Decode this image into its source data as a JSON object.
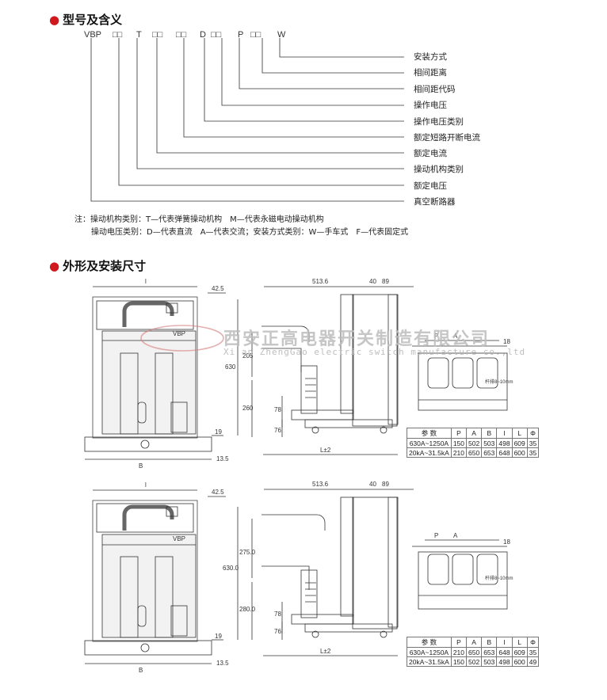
{
  "section1": {
    "title": "型号及含义"
  },
  "model_code": {
    "parts": [
      "VBP",
      "□□",
      "T",
      "□□",
      "□□",
      "D",
      "□□",
      "P",
      "□□",
      "W"
    ]
  },
  "meanings": [
    "安装方式",
    "相间距离",
    "相间距代码",
    "操作电压",
    "操作电压类别",
    "额定短路开断电流",
    "额定电流",
    "操动机构类别",
    "额定电压",
    "真空断路器"
  ],
  "note": {
    "line1": "注：操动机构类别：T—代表弹簧操动机构　M—代表永磁电动操动机构",
    "line2": "操动电压类别：D—代表直流　A—代表交流；安装方式类别：W—手车式　F—代表固定式"
  },
  "section2": {
    "title": "外形及安装尺寸"
  },
  "watermark": {
    "cn": "西安正高电器开关制造有限公司",
    "en": "Xi'an ZhengGao electric switch manufacture co.,ltd"
  },
  "drawing1": {
    "front": {
      "dim_top": "l",
      "dim_right": "42.5",
      "dim_bottom": "B",
      "dim_foot": "13.5",
      "dim_19": "19",
      "panel_label": "VBP"
    },
    "side": {
      "dim_top": "513.6",
      "dim_40": "40",
      "dim_89": "89",
      "dim_630": "630",
      "dim_205": "205",
      "dim_260": "260",
      "dim_78": "78",
      "dim_76": "76",
      "dim_bottom": "L±2"
    },
    "plan": {
      "dim_P": "P",
      "dim_A": "A",
      "dim_18": "18",
      "dim_bar": "杆排8~10mm"
    }
  },
  "table1": {
    "headers": [
      "参 数",
      "P",
      "A",
      "B",
      "l",
      "L",
      "Φ"
    ],
    "rows": [
      [
        "630A~1250A",
        "150",
        "502",
        "503",
        "498",
        "609",
        "35"
      ],
      [
        "20kA~31.5kA",
        "210",
        "650",
        "653",
        "648",
        "600",
        "35"
      ]
    ]
  },
  "drawing2": {
    "front": {
      "dim_top": "l",
      "dim_right": "42.5",
      "dim_bottom": "B",
      "dim_foot": "13.5",
      "dim_19": "19",
      "panel_label": "VBP"
    },
    "side": {
      "dim_top": "513.6",
      "dim_40": "40",
      "dim_89": "89",
      "dim_630": "630.0",
      "dim_275": "275.0",
      "dim_280": "280.0",
      "dim_78": "78",
      "dim_76": "76",
      "dim_bottom": "L±2"
    },
    "plan": {
      "dim_P": "P",
      "dim_A": "A",
      "dim_18": "18",
      "dim_bar": "杆排8~10mm"
    }
  },
  "table2": {
    "headers": [
      "参 数",
      "P",
      "A",
      "B",
      "l",
      "L",
      "Φ"
    ],
    "rows": [
      [
        "630A~1250A",
        "210",
        "650",
        "653",
        "648",
        "609",
        "35"
      ],
      [
        "20kA~31.5kA",
        "150",
        "502",
        "503",
        "498",
        "600",
        "49"
      ]
    ]
  }
}
